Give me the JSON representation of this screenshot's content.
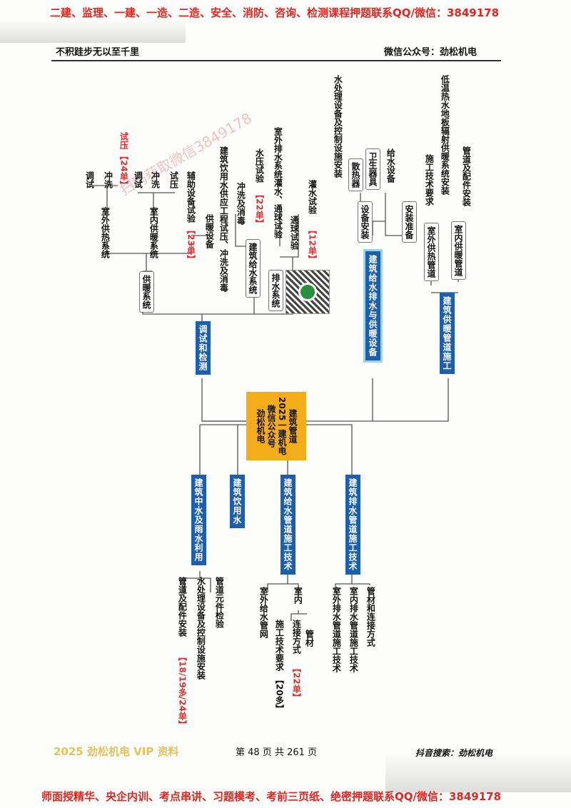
{
  "banner_top": "二建、监理、一建、一造、二造、安全、消防、咨询、检测课程押题联系QQ/微信：3849178",
  "banner_bottom": "师面授精华、央企内训、考点串讲、习题模考、考前三页纸、绝密押题联系QQ/微信：3849178",
  "header": {
    "left": "不积跬步无以至千里",
    "right": "微信公众号：劲松机电"
  },
  "watermark": "扫码获取微信3849178",
  "center": {
    "lines": [
      "建筑管道",
      "2025一建机电",
      "微信公众号",
      "劲松机电"
    ]
  },
  "top": {
    "debug": {
      "label": "调试和检测",
      "heating_system": "供暖系统",
      "outdoor_heating": "室外供热系统",
      "outdoor_flush": "冲洗",
      "outdoor_debug": "调试",
      "pressure_test": "试压",
      "pressure_tag": "【24单】",
      "indoor_heating": "室内供暖系统",
      "indoor_pressure": "试压",
      "indoor_flush": "冲洗",
      "indoor_debug": "调试",
      "heating_equip": "供暖设备",
      "aux_test": "辅助设备试验",
      "aux_tag": "【23单】",
      "water_supply_system": "建筑给水系统",
      "drinking_test": "建筑饮用水供应工程试压、冲洗及消毒",
      "flush_disinfect": "冲洗及消毒",
      "hydro_test": "水压试验",
      "hydro_tag": "【22单】",
      "outdoor_drain": "室外排水系统灌水、通球试验",
      "drain_system": "排水系统",
      "flow_test": "通球试验",
      "fill_test": "灌水试验",
      "fill_tag": "【12单】"
    },
    "equipment": {
      "label": "建筑给水排水与供暖设备",
      "install": "设备安装",
      "supply_equip": "给水设备",
      "sanitary": "卫生器具",
      "radiator": "散热器",
      "water_treat": "水处理设备及控制设施安装",
      "prep": "安装准备"
    },
    "heating_pipe": {
      "label": "建筑供暖管道施工",
      "indoor_pipe": "室内供暖管道",
      "pipe_fittings": "管道及配件安装",
      "floor_heating": "低温热水地板辐射供暖系统安装",
      "outdoor_pipe": "室外供热管道",
      "tech": "施工技术要求"
    }
  },
  "bottom": {
    "reuse": {
      "label": "建筑中水及雨水利用",
      "pipe_component": "管道元件检验",
      "water_treat": "水处理设备及控制设施安装",
      "pipe_fittings": "管道及配件安装",
      "pipe_tag": "【18/19多/24单】"
    },
    "drinking": {
      "label": "建筑饮用水"
    },
    "supply": {
      "label": "建筑给水管道施工技术",
      "indoor": "室内",
      "pipe_material": "管材",
      "connection": "连接方式",
      "connection_tag": "【22单】",
      "tech": "施工技术要求",
      "tech_tag": "【20多】",
      "outdoor": "室外给水管网"
    },
    "drain": {
      "label": "建筑排水管道施工技术",
      "material": "管材和连接方式",
      "indoor": "室内排水管道施工技术",
      "outdoor": "室外排水管道施工技术"
    }
  },
  "footer": {
    "vip": "2025 劲松机电 VIP 资料",
    "page": "第 48 页 共 261 页",
    "tiktok": "抖音搜索：劲松机电"
  }
}
